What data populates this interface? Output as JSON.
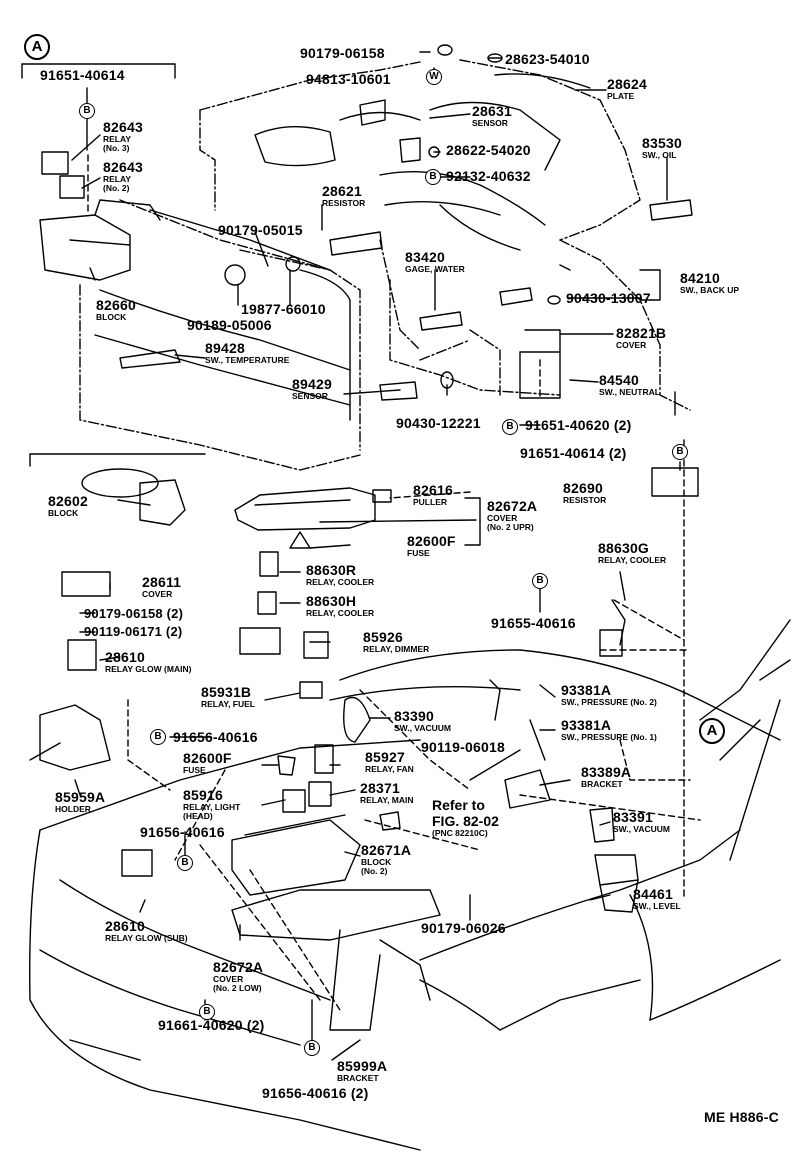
{
  "callouts": {
    "a1": "A",
    "a2": "A",
    "w": "W",
    "b": "B"
  },
  "parts": {
    "p91651_40614": "91651-40614",
    "p82643a": "82643",
    "p82643a_name": "RELAY",
    "p82643a_no": "(No. 3)",
    "p82643b": "82643",
    "p82643b_name": "RELAY",
    "p82643b_no": "(No. 2)",
    "p82660": "82660",
    "p82660_name": "BLOCK",
    "p90179_05015": "90179-05015",
    "p19877_66010": "19877-66010",
    "p90189_05006": "90189-05006",
    "p89428": "89428",
    "p89428_name": "SW., TEMPERATURE",
    "p89429": "89429",
    "p89429_name": "SENSOR",
    "p90430_12221": "90430-12221",
    "p90179_06158": "90179-06158",
    "p94813_10601": "94813-10601",
    "p28623_54010": "28623-54010",
    "p28624": "28624",
    "p28624_name": "PLATE",
    "p28631": "28631",
    "p28631_name": "SENSOR",
    "p28622_54020": "28622-54020",
    "p92132_40632": "92132-40632",
    "p28621": "28621",
    "p28621_name": "RESISTOR",
    "p83420": "83420",
    "p83420_name": "GAGE, WATER",
    "p83530": "83530",
    "p83530_name": "SW., OIL",
    "p84210": "84210",
    "p84210_name": "SW., BACK UP",
    "p90430_13007": "90430-13007",
    "p82821B": "82821B",
    "p82821B_name": "COVER",
    "p84540": "84540",
    "p84540_name": "SW., NEUTRAL",
    "p91651_40620_2": "91651-40620 (2)",
    "p91651_40614_2": "91651-40614 (2)",
    "p82690": "82690",
    "p82690_name": "RESISTOR",
    "p82602": "82602",
    "p82602_name": "BLOCK",
    "p82616": "82616",
    "p82616_name": "PULLER",
    "p82672A_top": "82672A",
    "p82672A_top_name": "COVER",
    "p82672A_top_no": "(No. 2 UPR)",
    "p82600F_top": "82600F",
    "p82600F_top_name": "FUSE",
    "p88630R": "88630R",
    "p88630R_name": "RELAY, COOLER",
    "p88630H": "88630H",
    "p88630H_name": "RELAY, COOLER",
    "p88630G": "88630G",
    "p88630G_name": "RELAY, COOLER",
    "p28611": "28611",
    "p28611_name": "COVER",
    "p90179_06158_2": "90179-06158 (2)",
    "p90119_06171_2": "90119-06171 (2)",
    "p28610_main": "28610",
    "p28610_main_name": "RELAY GLOW (MAIN)",
    "p85926": "85926",
    "p85926_name": "RELAY, DIMMER",
    "p91655_40616": "91655-40616",
    "p93381A_2": "93381A",
    "p93381A_2_name": "SW., PRESSURE (No. 2)",
    "p93381A_1": "93381A",
    "p93381A_1_name": "SW., PRESSURE (No. 1)",
    "p85931B": "85931B",
    "p85931B_name": "RELAY, FUEL",
    "p83390": "83390",
    "p83390_name": "SW., VACUUM",
    "p91656_40616_a": "91656-40616",
    "p90119_06018": "90119-06018",
    "p82600F_low": "82600F",
    "p82600F_low_name": "FUSE",
    "p85927": "85927",
    "p85927_name": "RELAY, FAN",
    "p83389A": "83389A",
    "p83389A_name": "BRACKET",
    "p85959A": "85959A",
    "p85959A_name": "HOLDER",
    "p85916": "85916",
    "p85916_name": "RELAY, LIGHT",
    "p85916_no": "(HEAD)",
    "p28371": "28371",
    "p28371_name": "RELAY, MAIN",
    "refer": "Refer to",
    "refer_fig": "FIG. 82-02",
    "refer_pnc": "(PNC 82210C)",
    "p83391": "83391",
    "p83391_name": "SW., VACUUM",
    "p91656_40616_b": "91656-40616",
    "p82671A": "82671A",
    "p82671A_name": "BLOCK",
    "p82671A_no": "(No. 2)",
    "p84461": "84461",
    "p84461_name": "SW., LEVEL",
    "p28610_sub": "28610",
    "p28610_sub_name": "RELAY GLOW (SUB)",
    "p90179_06026": "90179-06026",
    "p82672A_low": "82672A",
    "p82672A_low_name": "COVER",
    "p82672A_low_no": "(No. 2 LOW)",
    "p91661_40620_2": "91661-40620 (2)",
    "p85999A": "85999A",
    "p85999A_name": "BRACKET",
    "p91656_40616_2": "91656-40616 (2)"
  },
  "footer": {
    "code": "ME H886-C"
  }
}
